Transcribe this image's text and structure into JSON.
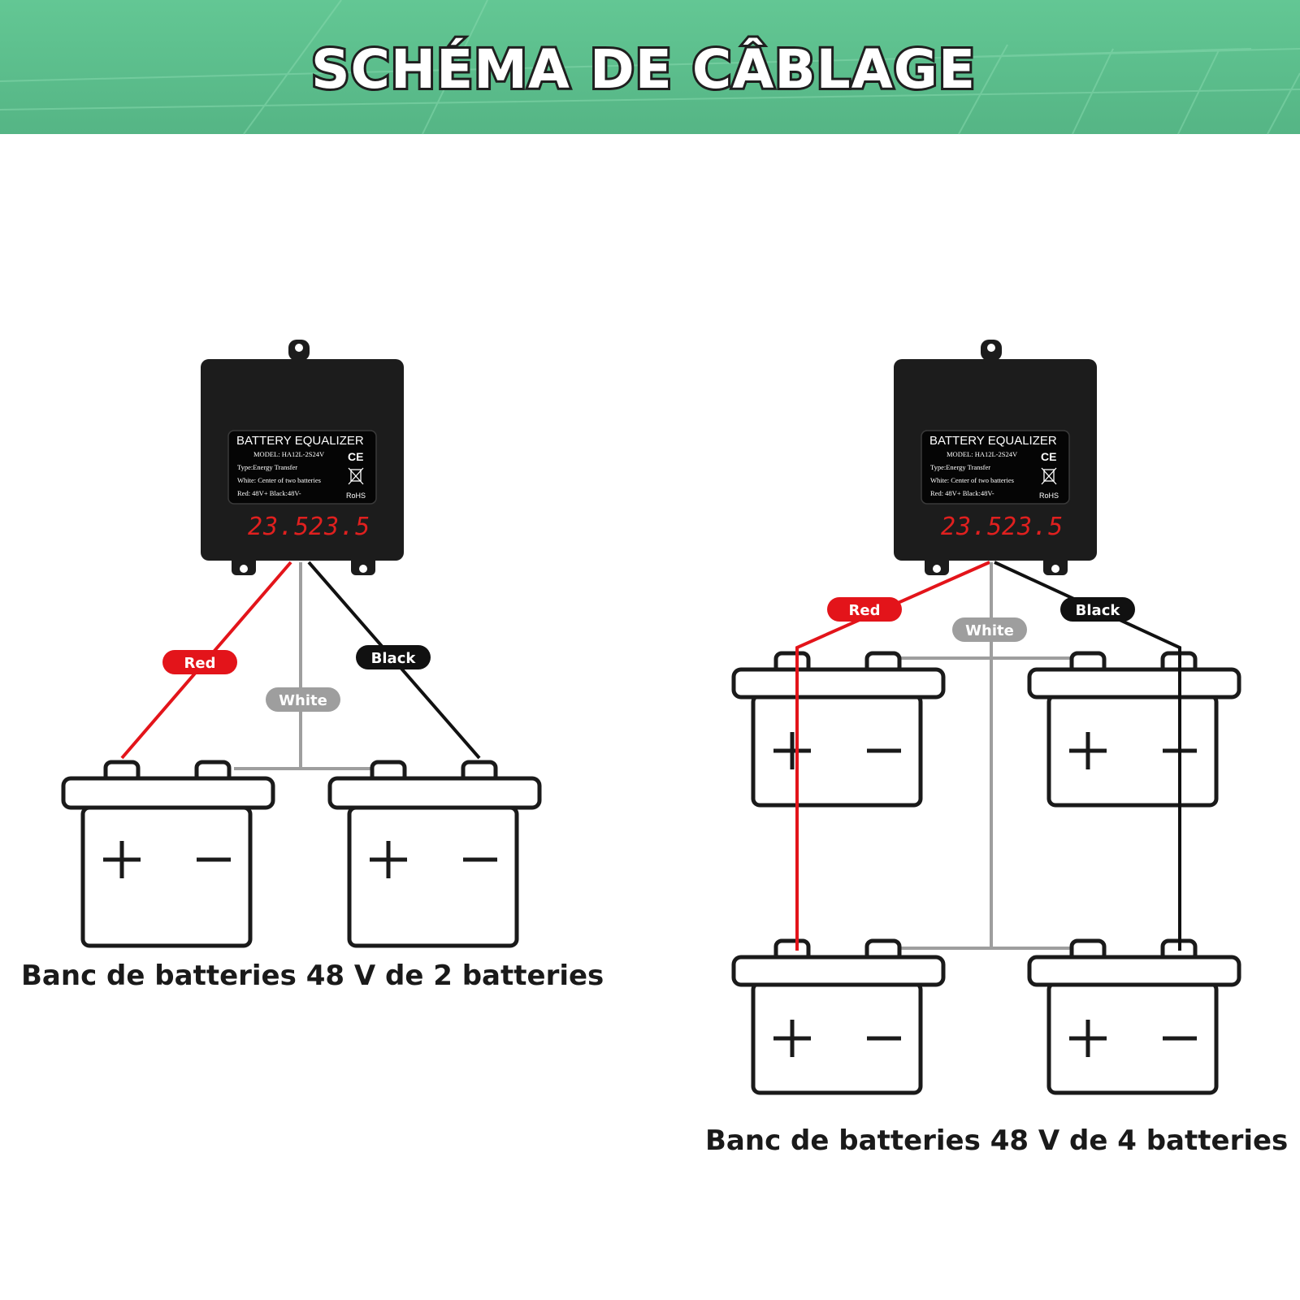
{
  "header": {
    "title": "SCHÉMA DE CÂBLAGE",
    "colors": {
      "band_top": "#5fc38f",
      "band_bottom": "#57b889",
      "panel_lines": "#7fd4a8"
    }
  },
  "equalizer": {
    "label_title": "BATTERY EQUALIZER",
    "model": "MODEL: HA12L-2S24V",
    "type": "Type:Energy Transfer",
    "white_note": "White: Center of two batteries",
    "wiring": "Red: 48V+   Black:48V-",
    "ce_mark": "CE",
    "rohs": "RoHS",
    "display_left": "23.5",
    "display_right": "23.5",
    "colors": {
      "body": "#1c1c1c",
      "led": "#e0201f"
    }
  },
  "wires": {
    "red_label": "Red",
    "white_label": "White",
    "black_label": "Black",
    "colors": {
      "red": "#e3141a",
      "white": "#9e9e9e",
      "black": "#111111"
    }
  },
  "battery": {
    "plus": "+",
    "minus": "−"
  },
  "diagrams": {
    "two": {
      "caption": "Banc de batteries 48 V de 2 batteries"
    },
    "four": {
      "caption": "Banc de batteries 48 V de 4 batteries"
    }
  }
}
